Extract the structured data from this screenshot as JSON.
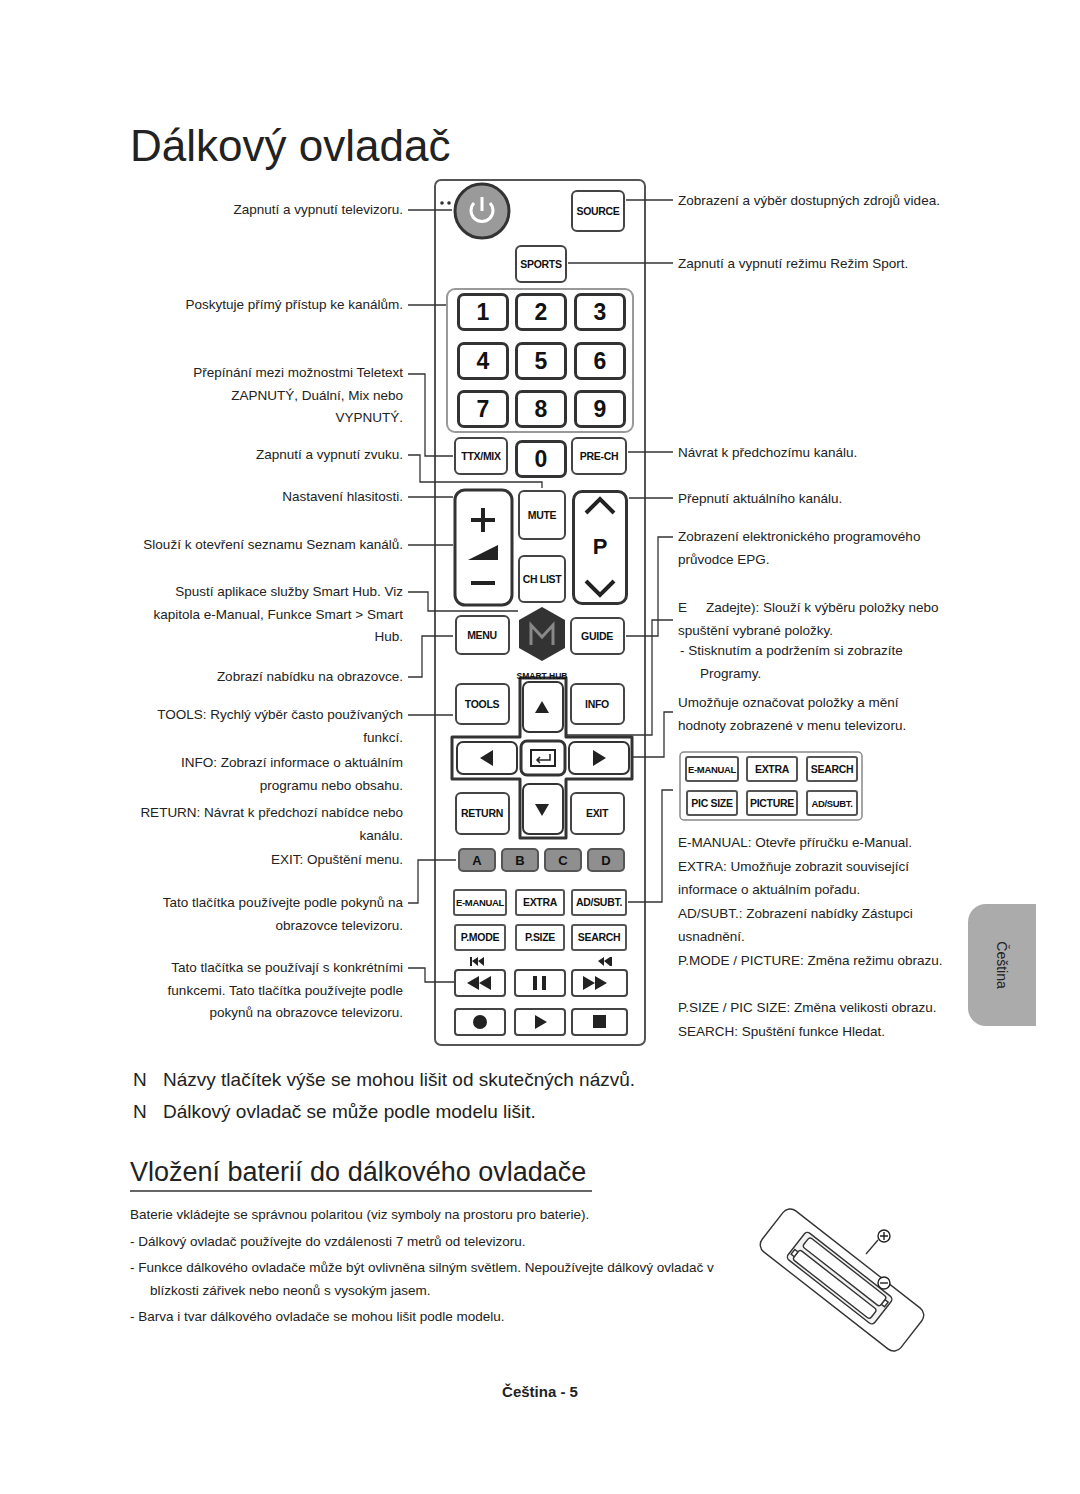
{
  "diagram": {
    "title": "Dálkový ovladač",
    "nodes": [
      {
        "text": [
          "SOURCE"
        ]
      },
      {
        "text": [
          "SPORTS"
        ]
      },
      {
        "text": [
          "1"
        ]
      },
      {
        "text": [
          "2"
        ]
      },
      {
        "text": [
          "3"
        ]
      },
      {
        "text": [
          "4"
        ]
      },
      {
        "text": [
          "5"
        ]
      },
      {
        "text": [
          "6"
        ]
      },
      {
        "text": [
          "7"
        ]
      },
      {
        "text": [
          "8"
        ]
      },
      {
        "text": [
          "9"
        ]
      },
      {
        "text": [
          "TTX/MIX"
        ]
      },
      {
        "text": [
          "0"
        ]
      },
      {
        "text": [
          "PRE-CH"
        ]
      },
      {
        "text": [
          "MUTE"
        ]
      },
      {
        "text": [
          "CH LIST"
        ]
      },
      {
        "text": [
          "P"
        ]
      },
      {
        "text": [
          "MENU"
        ]
      },
      {
        "text": [
          "SMART HUB"
        ]
      },
      {
        "text": [
          "GUIDE"
        ]
      },
      {
        "text": [
          "TOOLS"
        ]
      },
      {
        "text": [
          "INFO"
        ]
      },
      {
        "text": [
          "RETURN"
        ]
      },
      {
        "text": [
          "EXIT"
        ]
      },
      {
        "text": [
          "A"
        ]
      },
      {
        "text": [
          "B"
        ]
      },
      {
        "text": [
          "C"
        ]
      },
      {
        "text": [
          "D"
        ]
      },
      {
        "text": [
          "E-MANUAL"
        ]
      },
      {
        "text": [
          "EXTRA"
        ]
      },
      {
        "text": [
          "AD/SUBT."
        ]
      },
      {
        "text": [
          "P.MODE"
        ]
      },
      {
        "text": [
          "P.SIZE"
        ]
      },
      {
        "text": [
          "SEARCH"
        ]
      },
      {
        "text": [
          "E-MANUAL"
        ]
      },
      {
        "text": [
          "EXTRA"
        ]
      },
      {
        "text": [
          "SEARCH"
        ]
      },
      {
        "text": [
          "PIC SIZE"
        ]
      },
      {
        "text": [
          "PICTURE"
        ]
      },
      {
        "text": [
          "AD/SUBT."
        ]
      },
      {
        "text": [
          "Čeština"
        ]
      }
    ],
    "labels": [
      "Zapnutí a vypnutí televizoru.",
      "Zobrazení a výběr dostupných zdrojů videa.",
      "Zapnutí a vypnutí režimu Režim Sport.",
      "Poskytuje přímý přístup ke kanálům.",
      "Přepínání mezi možnostmi Teletext ZAPNUTÝ, Duální, Mix nebo VYPNUTÝ.",
      "Zapnutí a vypnutí zvuku.",
      "Návrat k předchozímu kanálu.",
      "Nastavení hlasitosti.",
      "Přepnutí aktuálního kanálu.",
      "Slouží k otevření seznamu Seznam kanálů.",
      "Zobrazení elektronického programového průvodce EPG.",
      "Spustí aplikace služby Smart Hub. Viz kapitola e-Manual, Funkce Smart > Smart Hub.",
      "E",
      "Zadejte): Slouží k výběru položky nebo spuštění vybrané položky.",
      "- Stisknutím a podržením si zobrazíte Programy.",
      "Zobrazí nabídku na obrazovce.",
      "TOOLS: Rychlý výběr často používaných funkcí.",
      "Umožňuje označovat položky a mění hodnoty zobrazené v menu televizoru.",
      "INFO: Zobrazí informace o aktuálním programu nebo obsahu.",
      "RETURN: Návrat k předchozí nabídce nebo kanálu.",
      "E-MANUAL: Otevře příručku e-Manual.",
      "EXIT: Opuštění menu.",
      "EXTRA: Umožňuje zobrazit související informace o aktuálním pořadu.",
      "Tato tlačítka používejte podle pokynů na obrazovce televizoru.",
      "AD/SUBT.: Zobrazení nabídky Zástupci usnadnění.",
      "P.MODE / PICTURE: Změna režimu obrazu.",
      "Tato tlačítka se používají s konkrétními funkcemi. Tato tlačítka používejte podle pokynů na obrazovce televizoru.",
      "P.SIZE / PIC SIZE: Změna velikosti obrazu.",
      "SEARCH: Spuštění funkce Hledat.",
      "N",
      "Názvy tlačítek výše se mohou lišit od skutečných názvů.",
      "N",
      "Dálkový ovladač se může podle modelu lišit.",
      "Vložení baterií do dálkového ovladače",
      "Baterie vkládejte se správnou polaritou (viz symboly na prostoru pro baterie).",
      "- Dálkový ovladač používejte do vzdálenosti 7 metrů od televizoru.",
      "- Funkce dálkového ovladače může být ovlivněna silným světlem. Nepoužívejte dálkový ovladač v blízkosti zářivek nebo neonů s vysokým jasem.",
      "- Barva i tvar dálkového ovladače se mohou lišit podle modelu.",
      "Čeština - 5"
    ]
  }
}
